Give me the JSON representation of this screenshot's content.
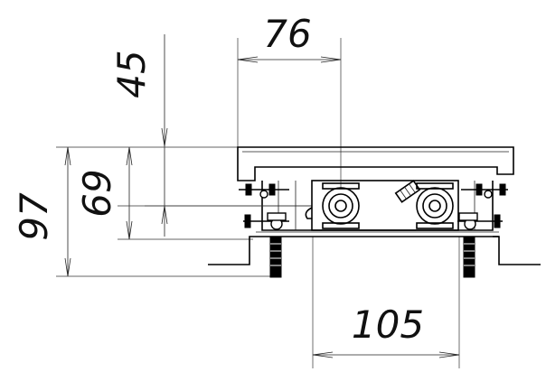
{
  "dimensions": {
    "top_width": "76",
    "top_depth": "45",
    "inner_height": "69",
    "total_height": "97",
    "bottom_width": "105"
  }
}
